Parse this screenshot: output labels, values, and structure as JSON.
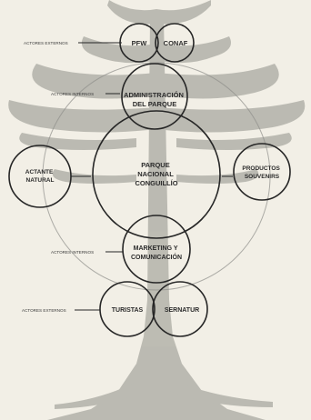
{
  "diagram": {
    "background": "#f2efe6",
    "tree_color": "#b9b8b0",
    "line_color": "#262626",
    "nodes": {
      "pfw": [
        "PFW"
      ],
      "conaf": [
        "CONAF"
      ],
      "administracion": [
        "ADMINISTRACIÓN",
        "DEL PARQUE"
      ],
      "parque": [
        "PARQUE",
        "NACIONAL",
        "CONGUILLÍO"
      ],
      "actante": [
        "ACTANTE",
        "NATURAL"
      ],
      "productos": [
        "PRODUCTOS",
        "SOUVENIRS"
      ],
      "marketing": [
        "MARKETING Y",
        "COMUNICACIÓN"
      ],
      "turistas": [
        "TURISTAS"
      ],
      "sernatur": [
        "SERNATUR"
      ]
    },
    "side_labels": {
      "top": "ACTORES EXTERNOS",
      "admin": "ACTORES INTERNOS",
      "marketing": "ACTORES INTERNOS",
      "bottom": "ACTORES EXTERNOS"
    }
  }
}
